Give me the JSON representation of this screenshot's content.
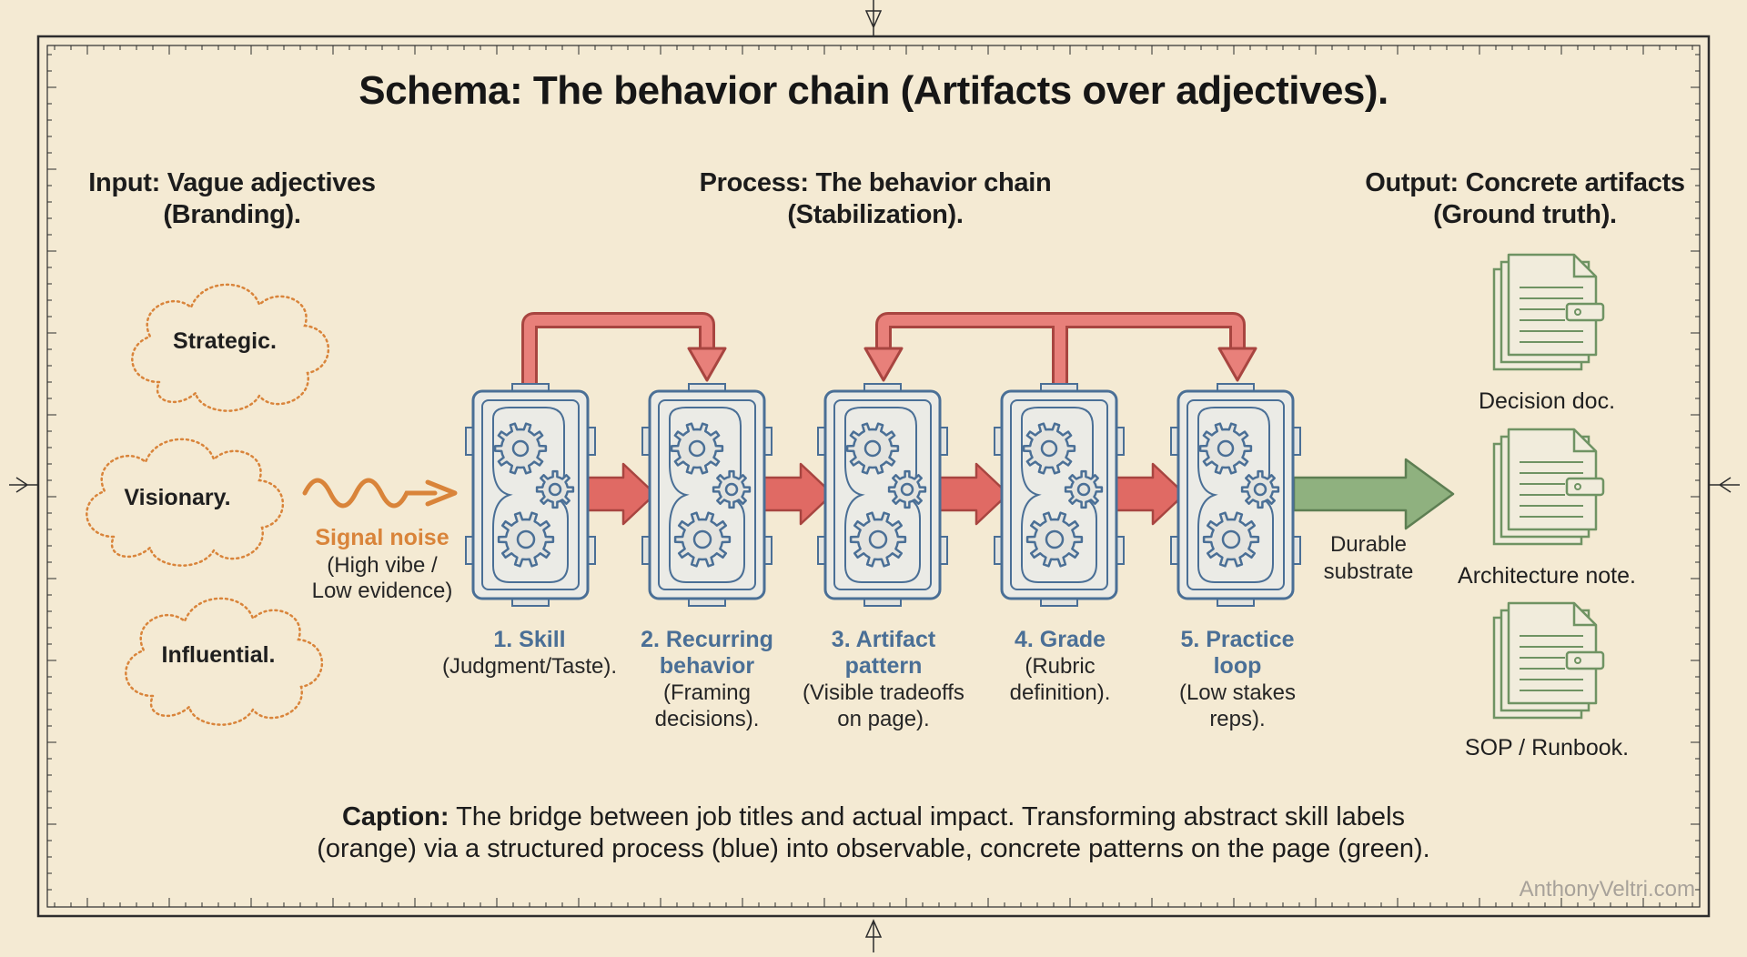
{
  "title": "Schema: The behavior chain (Artifacts over adjectives).",
  "input": {
    "heading_line1": "Input: Vague adjectives",
    "heading_line2": "(Branding).",
    "clouds": [
      "Strategic.",
      "Visionary.",
      "Influential."
    ],
    "noise_label": "Signal noise",
    "noise_sub_line1": "(High vibe /",
    "noise_sub_line2": "Low evidence)"
  },
  "process": {
    "heading_line1": "Process: The behavior chain",
    "heading_line2": "(Stabilization).",
    "steps": [
      {
        "label": [
          "1. Skill"
        ],
        "sub": [
          "(Judgment/Taste)."
        ]
      },
      {
        "label": [
          "2. Recurring",
          "behavior"
        ],
        "sub": [
          "(Framing",
          "decisions)."
        ]
      },
      {
        "label": [
          "3. Artifact",
          "pattern"
        ],
        "sub": [
          "(Visible tradeoffs",
          "on page)."
        ]
      },
      {
        "label": [
          "4. Grade"
        ],
        "sub": [
          "(Rubric",
          "definition)."
        ]
      },
      {
        "label": [
          "5. Practice",
          "loop"
        ],
        "sub": [
          "(Low stakes",
          "reps)."
        ]
      }
    ],
    "durable_line1": "Durable",
    "durable_line2": "substrate"
  },
  "output": {
    "heading_line1": "Output: Concrete artifacts",
    "heading_line2": "(Ground truth).",
    "artifacts": [
      "Decision doc.",
      "Architecture note.",
      "SOP / Runbook."
    ]
  },
  "caption": {
    "bold": "Caption:",
    "line1": " The bridge between job titles and actual impact. Transforming abstract skill labels",
    "line2": "(orange) via a structured process (blue) into observable, concrete patterns on the page (green)."
  },
  "watermark": "AnthonyVeltri.com",
  "colors": {
    "background": "#f4ead3",
    "input_orange": "#d9843a",
    "process_blue": "#4a6f96",
    "output_green": "#6f9363",
    "feedback_red": "#d8544f"
  }
}
